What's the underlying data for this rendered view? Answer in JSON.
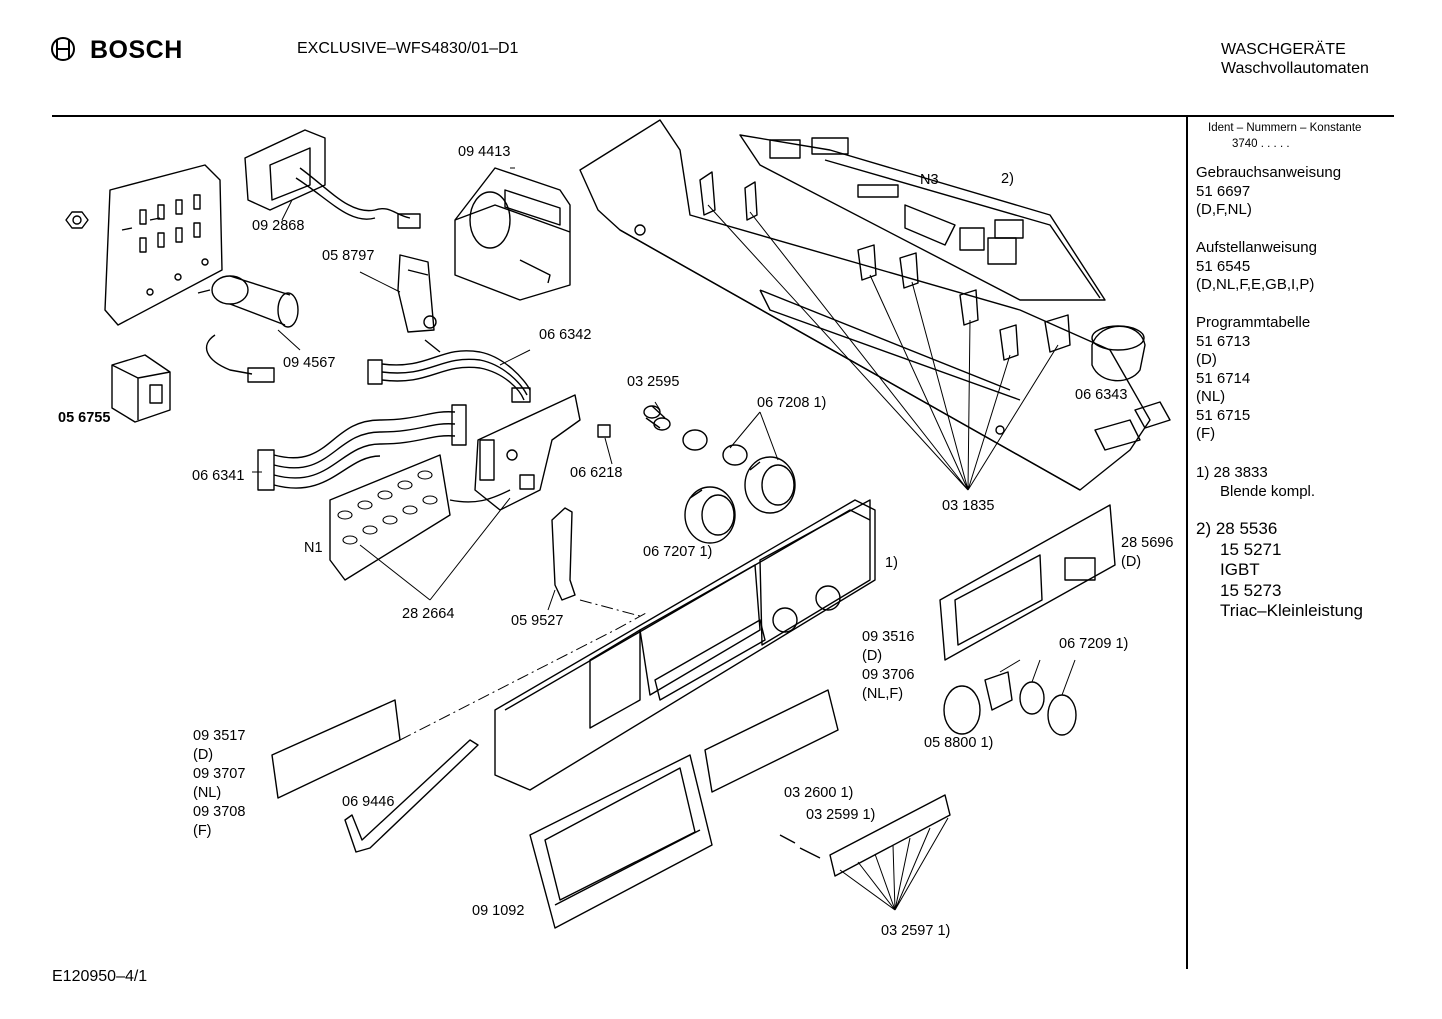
{
  "header": {
    "brand": "BOSCH",
    "model": "EXCLUSIVE–WFS4830/01–D1",
    "category_line1": "WASCHGERÄTE",
    "category_line2": "Waschvollautomaten"
  },
  "sidebar": {
    "ident_title": "Ident – Nummern – Konstante",
    "ident_value": "3740 . . . . .",
    "sections": [
      {
        "title": "Gebrauchsanweisung",
        "lines": [
          "51 6697",
          "(D,F,NL)"
        ]
      },
      {
        "title": "Aufstellanweisung",
        "lines": [
          "51 6545",
          "(D,NL,F,E,GB,I,P)"
        ]
      },
      {
        "title": "Programmtabelle",
        "lines": [
          "51 6713",
          "(D)",
          "51 6714",
          "(NL)",
          "51 6715",
          "(F)"
        ]
      }
    ],
    "note1": [
      "1)  28 3833",
      "Blende kompl."
    ],
    "note2": [
      "2)  28 5536",
      "15 5271",
      "IGBT",
      "15 5273",
      "Triac–Kleinleistung"
    ]
  },
  "parts": {
    "p092868": "09 2868",
    "p094413": "09 4413",
    "p058797": "05 8797",
    "p094567": "09 4567",
    "p066342": "06 6342",
    "p056755": "05 6755",
    "p032595": "03 2595",
    "p0672081": "06 7208 1)",
    "p066218": "06 6218",
    "p066341": "06 6341",
    "pN1": "N1",
    "p282664": "28 2664",
    "p0672071": "06 7207 1)",
    "p059527": "05 9527",
    "pN3": "N3",
    "p2": "2)",
    "p066343": "06 6343",
    "p031835": "03 1835",
    "p285696": "28 5696",
    "p285696d": "(D)",
    "p1": "1)",
    "p093516": "09 3516",
    "p093516d": "(D)",
    "p093706": "09 3706",
    "p093706d": "(NL,F)",
    "p0672091": "06 7209 1)",
    "p0588001": "05 8800 1)",
    "p093517": "09 3517",
    "p093517d": "(D)",
    "p093707": "09 3707",
    "p093707d": "(NL)",
    "p093708": "09 3708",
    "p093708d": "(F)",
    "p069446": "06 9446",
    "p0326001": "03 2600 1)",
    "p0325991": "03 2599 1)",
    "p091092": "09 1092",
    "p0325971": "03 2597 1)"
  },
  "footer": {
    "code": "E120950–4/1"
  }
}
